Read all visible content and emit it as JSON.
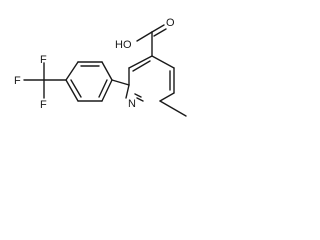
{
  "molecule": {
    "atom_labels": {
      "hydroxyl": "HO",
      "carbonyl_oxygen": "O",
      "ring_nitrogen": "N",
      "fluorine_top": "F",
      "fluorine_left": "F",
      "fluorine_bottom": "F"
    },
    "line_color": "#1a1a1a",
    "background_color": "#ffffff"
  }
}
